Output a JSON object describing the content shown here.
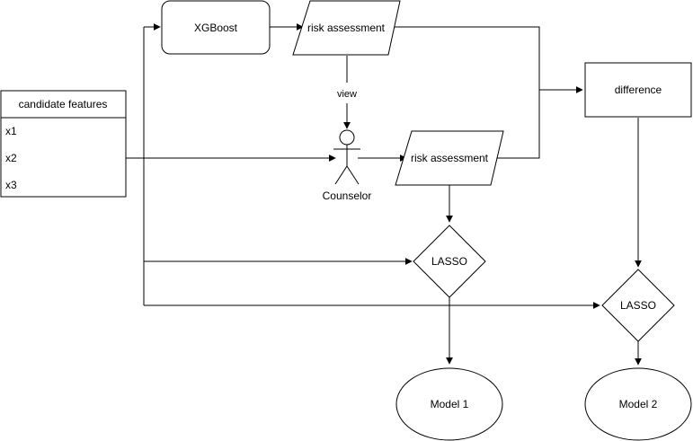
{
  "diagram": {
    "table": {
      "header": "candidate features",
      "rows": [
        "x1",
        "x2",
        "x3"
      ]
    },
    "nodes": {
      "xgboost": "XGBoost",
      "risk_top": "risk assessment",
      "risk_mid": "risk assessment",
      "difference": "difference",
      "counselor": "Counselor",
      "lasso1": "LASSO",
      "lasso2": "LASSO",
      "model1": "Model 1",
      "model2": "Model 2"
    },
    "edge_labels": {
      "view": "view"
    },
    "colors": {
      "stroke": "#000000",
      "fill": "#ffffff"
    }
  }
}
